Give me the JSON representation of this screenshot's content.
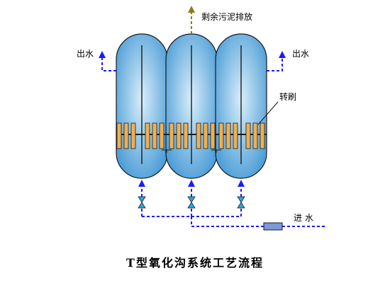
{
  "labels": {
    "excess_sludge": "剩余污泥排放",
    "outlet_left": "出水",
    "outlet_right": "出水",
    "brush": "转刷",
    "inlet": "进 水"
  },
  "caption": "T型氧化沟系统工艺流程",
  "colors": {
    "tank_fill_light": "#d9eef9",
    "tank_fill_dark": "#4f9fd8",
    "outline": "#1a1a1a",
    "water_line": "#1a1aff",
    "sludge_line": "#8b7d1a",
    "brush_fill": "#f0b050",
    "valve_fill": "#2aa6e0",
    "pump_fill": "#7a9ad8"
  },
  "icons": {
    "valve": "butterfly-valve-icon",
    "pump": "pump-icon",
    "brush_rotor": "rotor-brush-icon"
  }
}
